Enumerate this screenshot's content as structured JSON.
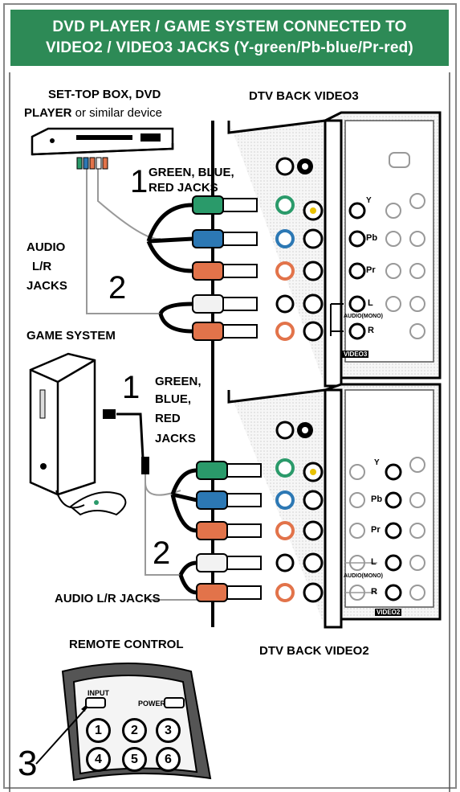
{
  "header": {
    "line1": "DVD PLAYER / GAME SYSTEM CONNECTED TO",
    "line2": "VIDEO2 / VIDEO3 JACKS (Y-green/Pb-blue/Pr-red)"
  },
  "top_section": {
    "source_line1": "SET-TOP BOX, DVD",
    "source_line2_bold": "PLAYER",
    "source_line2_rest": " or similar device",
    "tv_label": "DTV BACK VIDEO3",
    "step1": "1",
    "step1_label_line1": "GREEN, BLUE,",
    "step1_label_line2": "RED JACKS",
    "step2": "2",
    "audio_label_line1": "AUDIO",
    "audio_label_line2": "L/R",
    "audio_label_line3": "JACKS"
  },
  "middle_section": {
    "source_label": "GAME SYSTEM",
    "step1": "1",
    "step1_label_line1": "GREEN,",
    "step1_label_line2": "BLUE,",
    "step1_label_line3": "RED",
    "step1_label_line4": "JACKS",
    "step2": "2",
    "audio_label": "AUDIO L/R JACKS",
    "tv_label": "DTV BACK VIDEO2"
  },
  "remote_section": {
    "title": "REMOTE CONTROL",
    "input_label": "INPUT",
    "power_label": "POWER",
    "buttons": [
      "1",
      "2",
      "3",
      "4",
      "5",
      "6"
    ],
    "step3": "3"
  },
  "panel": {
    "y": "Y",
    "pb": "Pb",
    "pr": "Pr",
    "l": "L",
    "r": "R",
    "audio_mono": "AUDIO(MONO)",
    "video3": "VIDEO3",
    "video2": "VIDEO2"
  },
  "colors": {
    "header_bg": "#2d8a56",
    "green_plug": "#2a9a6a",
    "blue_plug": "#2c78b4",
    "red_plug": "#e2734a",
    "white_plug": "#f2f2f2"
  }
}
